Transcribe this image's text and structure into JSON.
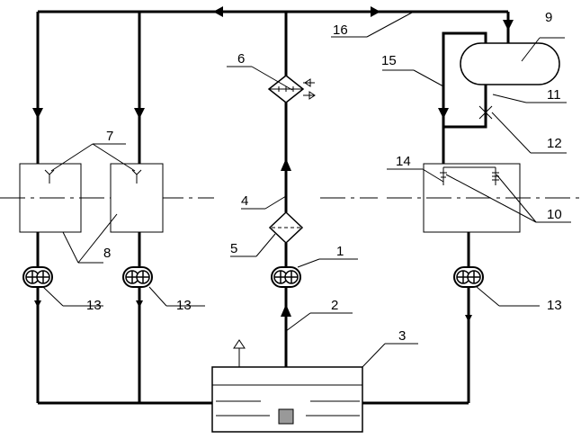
{
  "labels": {
    "n1": "1",
    "n2": "2",
    "n3": "3",
    "n4": "4",
    "n5": "5",
    "n6": "6",
    "n7": "7",
    "n8": "8",
    "n9": "9",
    "n10": "10",
    "n11": "11",
    "n12": "12",
    "n13a": "13",
    "n13b": "13",
    "n13c": "13",
    "n14": "14",
    "n15": "15",
    "n16": "16"
  }
}
